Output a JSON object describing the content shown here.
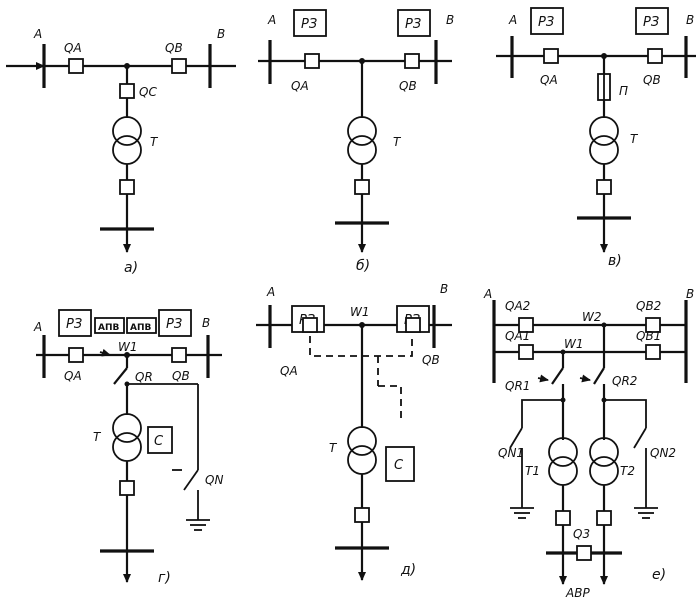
{
  "diagrams": {
    "a": {
      "caption": "а)",
      "labels": {
        "bus_a": "А",
        "bus_b": "В",
        "qa": "QA",
        "qb": "QB",
        "qc": "QC",
        "t": "Т"
      }
    },
    "b": {
      "caption": "б)",
      "labels": {
        "bus_a": "А",
        "bus_b": "В",
        "qa": "QA",
        "qb": "QB",
        "t": "Т",
        "rz_left": "РЗ",
        "rz_right": "РЗ"
      }
    },
    "v": {
      "caption": "в)",
      "labels": {
        "bus_a": "А",
        "bus_b": "В",
        "qa": "QA",
        "qb": "QB",
        "t": "Т",
        "fuse": "П",
        "rz_left": "РЗ",
        "rz_right": "РЗ"
      }
    },
    "g": {
      "caption": "г)",
      "labels": {
        "bus_a": "А",
        "bus_b": "В",
        "qa": "QA",
        "qb": "QB",
        "qr": "QR",
        "qn": "QN",
        "w1": "W1",
        "t": "Т",
        "c": "С",
        "rz_left": "РЗ",
        "rz_right": "РЗ",
        "apv_left": "АПВ",
        "apv_right": "АПВ"
      }
    },
    "d": {
      "caption": "д)",
      "labels": {
        "bus_a": "А",
        "bus_b": "В",
        "qa": "QA",
        "qb": "QB",
        "w1": "W1",
        "t": "Т",
        "c": "С",
        "rz_left": "РЗ",
        "rz_right": "РЗ"
      }
    },
    "e": {
      "caption": "е)",
      "labels": {
        "bus_a": "А",
        "bus_b": "В",
        "qa1": "QA1",
        "qa2": "QA2",
        "qb1": "QB1",
        "qb2": "QB2",
        "w1": "W1",
        "w2": "W2",
        "qr1": "QR1",
        "qr2": "QR2",
        "qn1": "QN1",
        "qn2": "QN2",
        "t1": "Т1",
        "t2": "Т2",
        "q3": "Q3",
        "avr": "АВР"
      }
    }
  }
}
